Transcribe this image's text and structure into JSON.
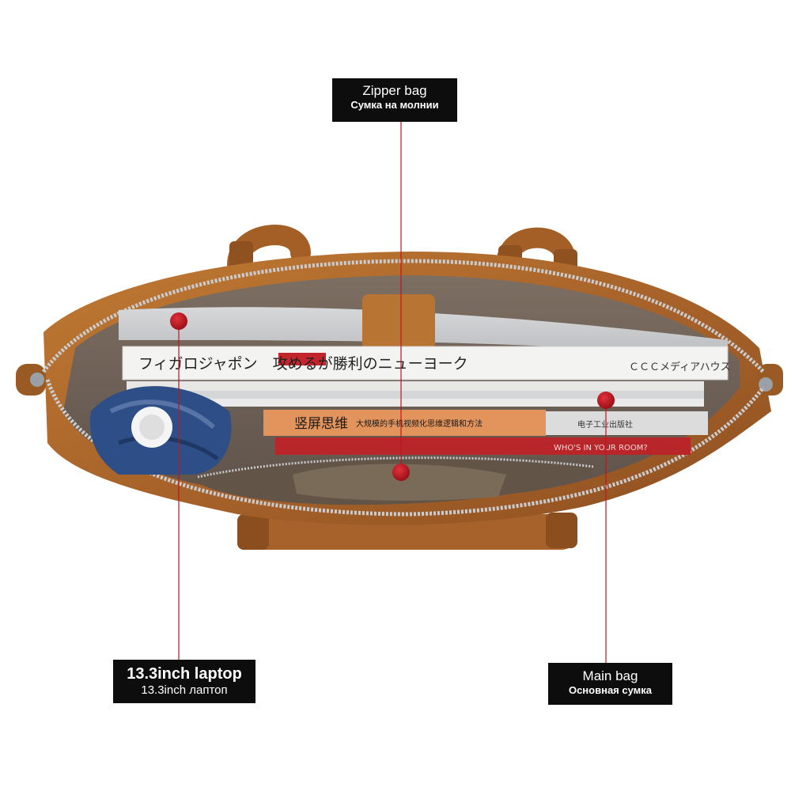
{
  "callouts": {
    "zipper_bag": {
      "en": "Zipper bag",
      "ru": "Сумка на молнии"
    },
    "laptop": {
      "en": "13.3inch laptop",
      "ru": "13.3inch лаптоп"
    },
    "main_bag": {
      "en": "Main bag",
      "ru": "Основная сумка"
    }
  },
  "books": {
    "top_book_spine": "フィガロジャポン　攻めるが勝利のニューヨーク",
    "top_book_right": "ＣＣＣメディアハウス",
    "orange_book_title": "竖屏思维",
    "orange_book_subtitle": "大规模的手机视频化思维逻辑和方法",
    "gray_book_right": "电子工业出版社",
    "red_book_text": "WHO'S IN YOUR ROOM?"
  },
  "colors": {
    "background": "#ffffff",
    "label_bg": "#0d0d0d",
    "label_text": "#ffffff",
    "marker": "#c0161f",
    "leather": "#b06a2a",
    "lining": "#6f6257"
  }
}
